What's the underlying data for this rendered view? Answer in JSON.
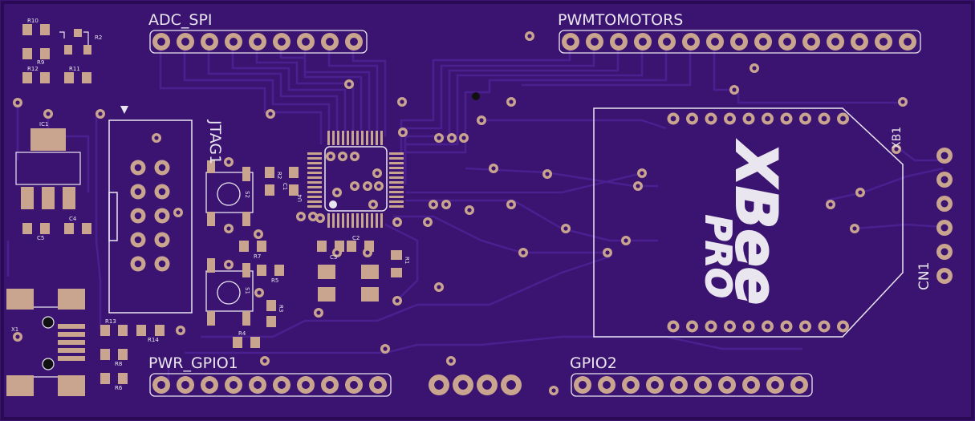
{
  "board": {
    "colors": {
      "substrate": "#3a1470",
      "edge": "#2a0a55",
      "trace": "#4a2090",
      "pad": "#c9a48f",
      "pad_hole": "#3a1470",
      "silkscreen": "#eae6f0"
    }
  },
  "headers": {
    "adc_spi": "ADC_SPI",
    "pwm_motors": "PWMTOMOTORS",
    "pwr_gpio1": "PWR_GPIO1",
    "gpio2": "GPIO2",
    "jtag": "JTAG1",
    "cn1": "CN1"
  },
  "module": {
    "ref": "XB1",
    "logo_line1": "XBee",
    "logo_line2": "PRO"
  },
  "refs": {
    "ic1": "IC1",
    "x1": "X1",
    "r10": "R10",
    "r9": "R9",
    "r12": "R12",
    "r11": "R11",
    "r2_top": "R2",
    "r13": "R13",
    "r14": "R14",
    "r8": "R8",
    "r6": "R6",
    "c5": "C5",
    "c4": "C4",
    "s2": "S2",
    "s1": "S1",
    "r7": "R7",
    "r5": "R5",
    "r3": "R3",
    "r4": "R4",
    "u4": "U4",
    "c1": "C1",
    "r2_mid": "R2",
    "c2": "C2",
    "c3": "C3",
    "r1": "R1"
  }
}
